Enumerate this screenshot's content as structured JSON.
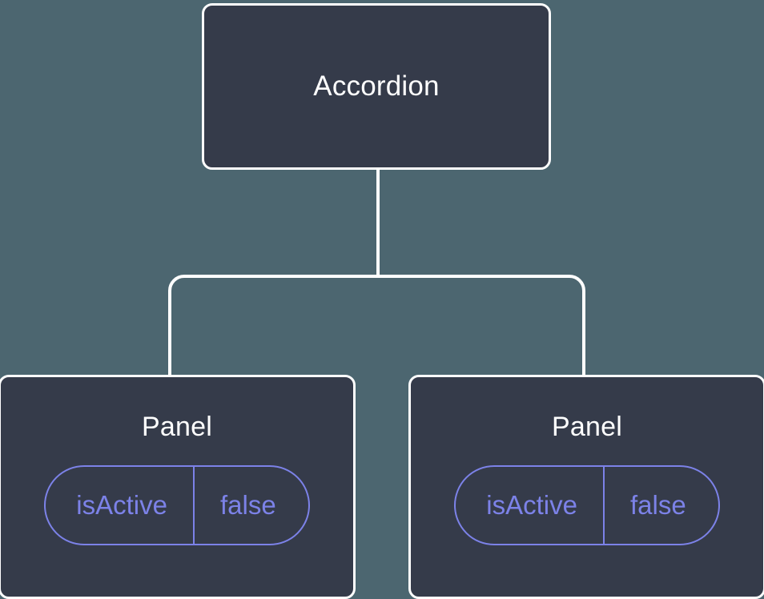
{
  "diagram": {
    "background_color": "#4c6670",
    "node_fill_color": "#353b4a",
    "node_border_color": "#ffffff",
    "connector_color": "#ffffff",
    "state_accent_color": "#7c82e8",
    "root": {
      "title": "Accordion"
    },
    "children": [
      {
        "title": "Panel",
        "state": {
          "key": "isActive",
          "value": "false"
        }
      },
      {
        "title": "Panel",
        "state": {
          "key": "isActive",
          "value": "false"
        }
      }
    ]
  }
}
